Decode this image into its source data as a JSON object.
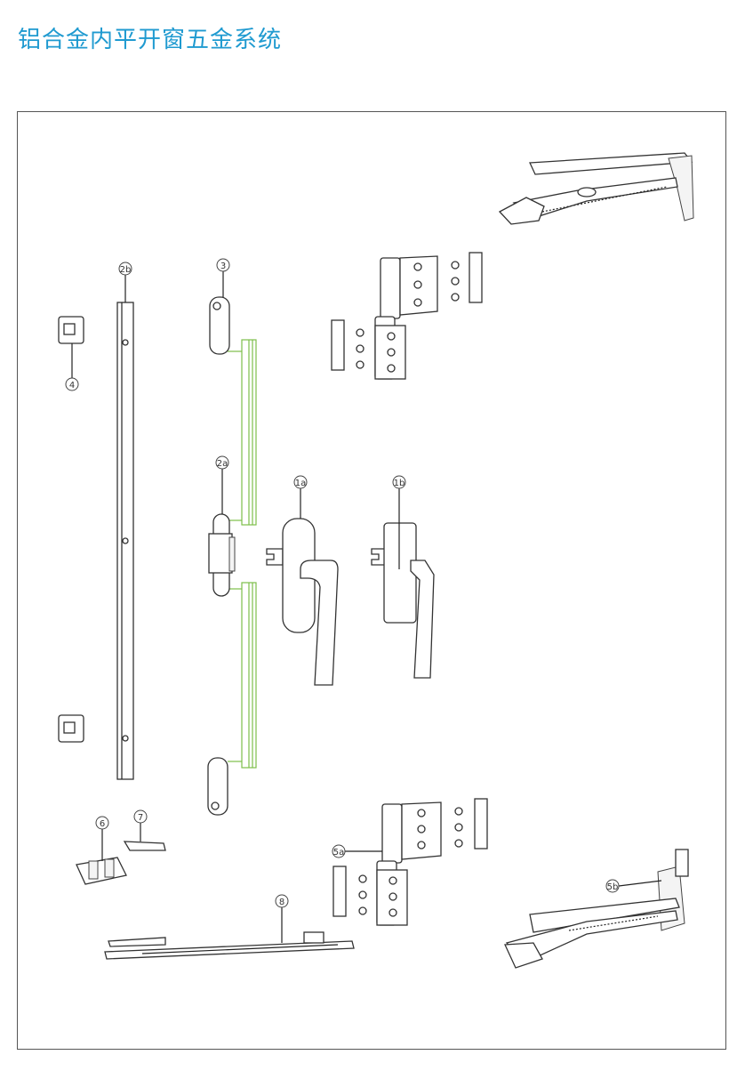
{
  "title": "铝合金内平开窗五金系统",
  "labels": {
    "l1a": "1a",
    "l1b": "1b",
    "l2a": "2a",
    "l2b": "2b",
    "l3": "3",
    "l4": "4",
    "l5a": "5a",
    "l5b": "5b",
    "l6": "6",
    "l7": "7",
    "l8": "8"
  },
  "colors": {
    "title": "#1f9ad0",
    "rod": "#7dbf4a"
  }
}
